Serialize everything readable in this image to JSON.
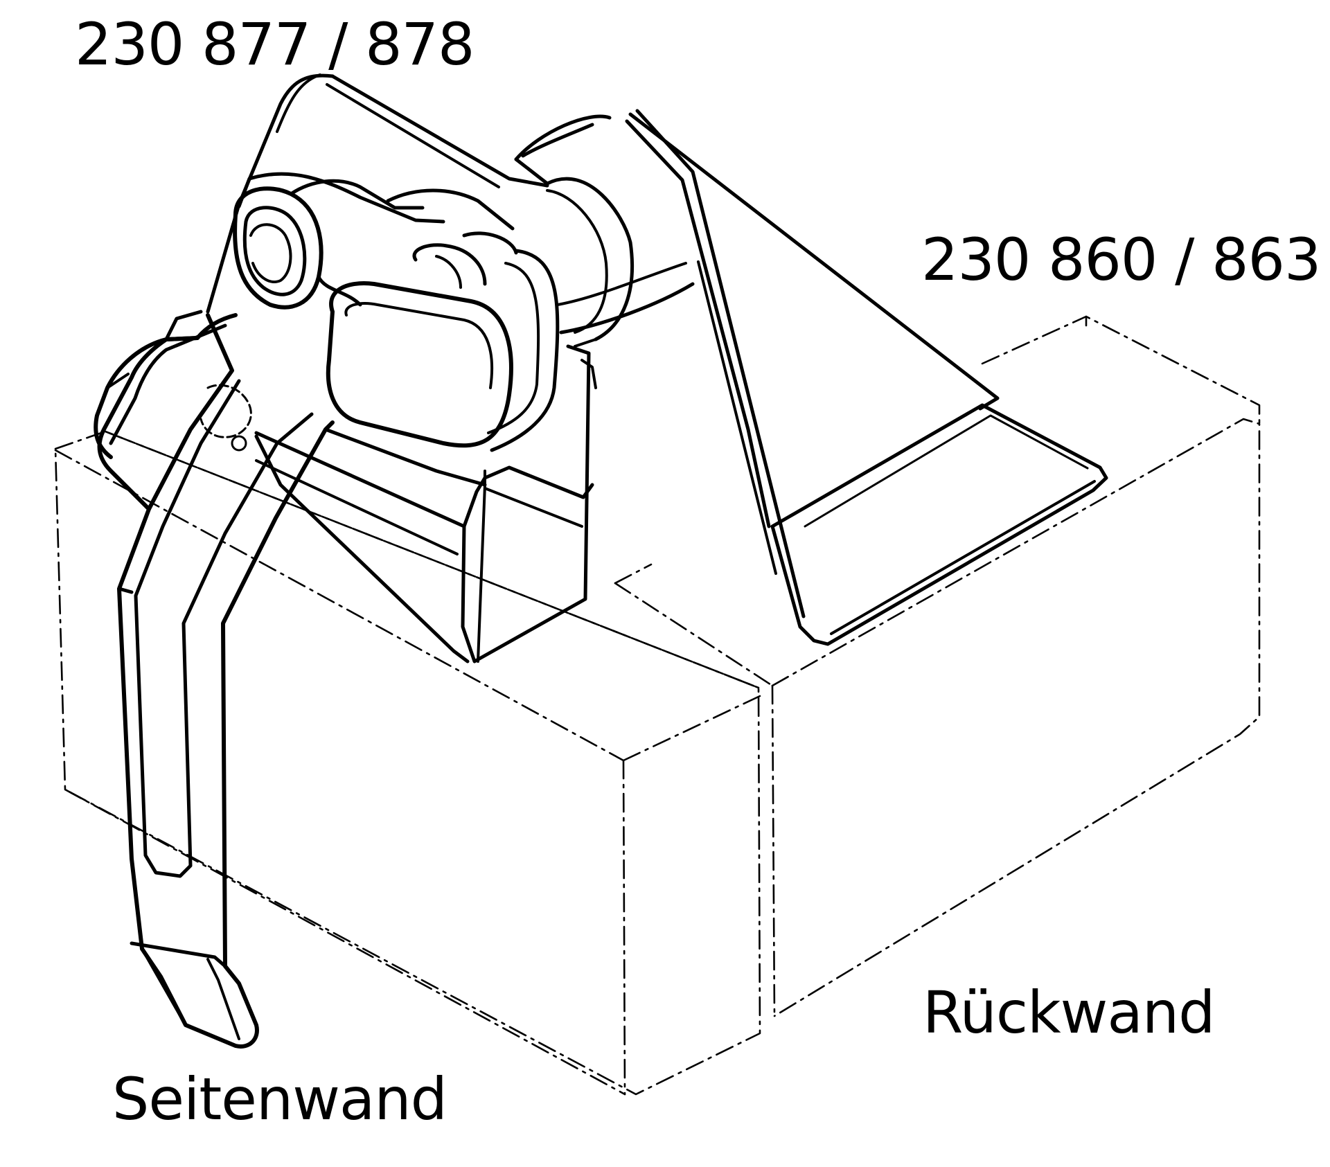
{
  "labels": {
    "part_top": "230 877 / 878",
    "part_right": "230 860 / 863",
    "back_wall": "Rückwand",
    "side_wall": "Seitenwand"
  },
  "colors": {
    "line": "#000000",
    "background": "#ffffff"
  }
}
